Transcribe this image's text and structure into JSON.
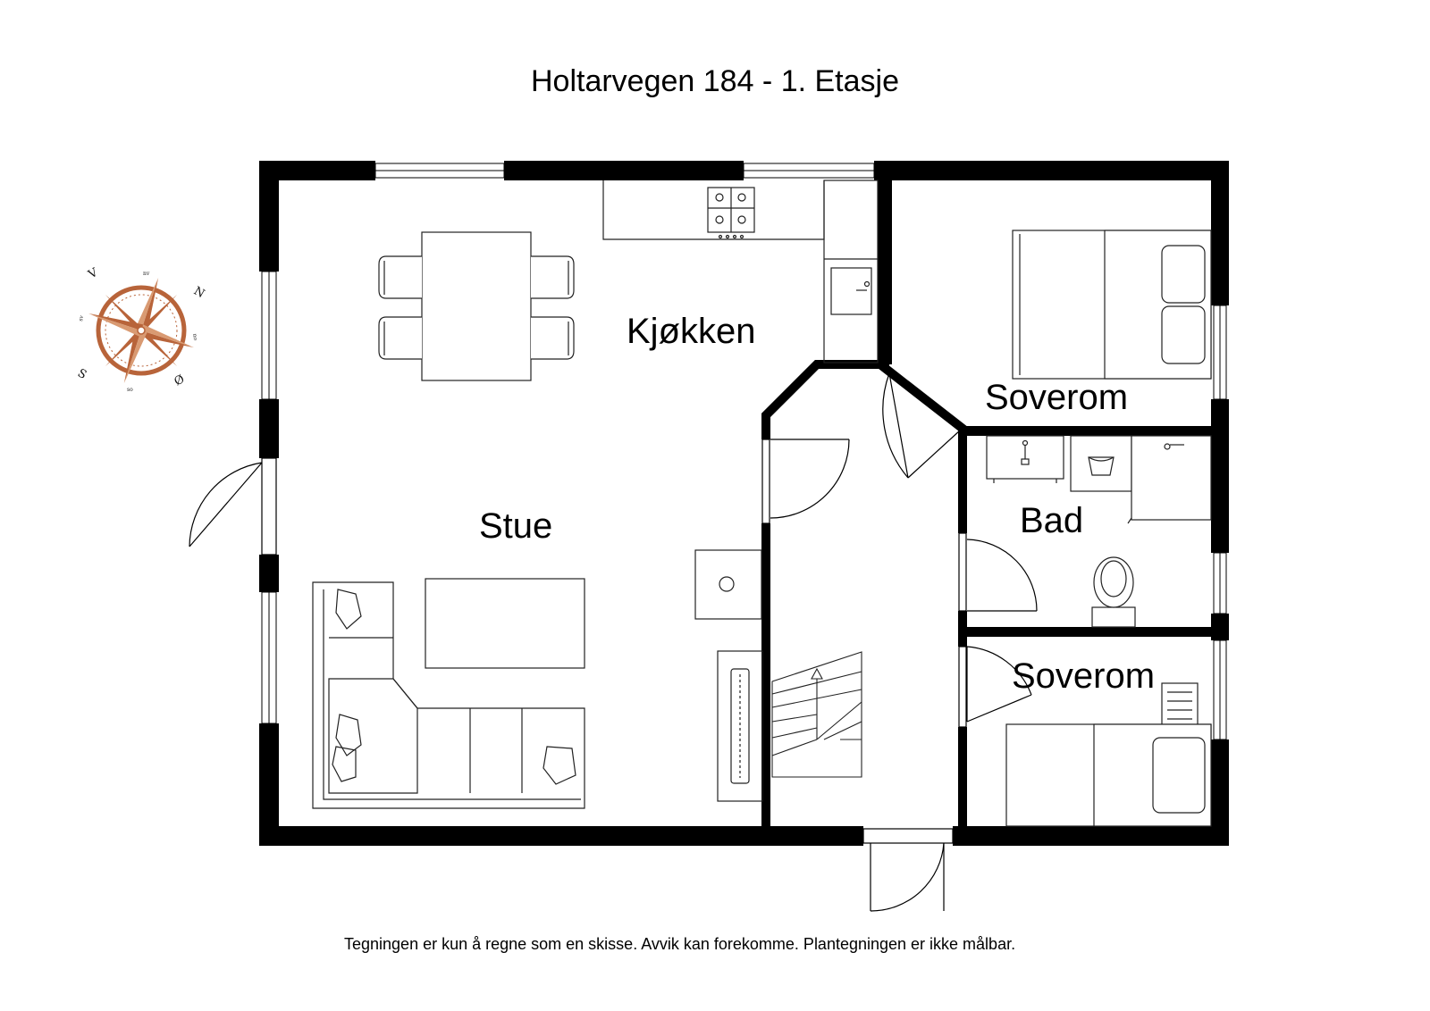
{
  "title": "Holtarvegen 184 - 1. Etasje",
  "disclaimer": "Tegningen er kun å regne som en skisse. Avvik kan forekomme. Plantegningen er ikke målbar.",
  "rooms": {
    "kitchen": "Kjøkken",
    "living": "Stue",
    "bedroom_1": "Soverom",
    "bathroom": "Bad",
    "bedroom_2": "Soverom"
  },
  "compass": {
    "n": "N",
    "s": "S",
    "o": "Ø",
    "v": "V",
    "nv": "nv",
    "no": "no",
    "so": "so",
    "sv": "sv",
    "color": "#b8643a"
  },
  "colors": {
    "wall": "#000000",
    "line": "#222222",
    "compass": "#b8643a"
  }
}
